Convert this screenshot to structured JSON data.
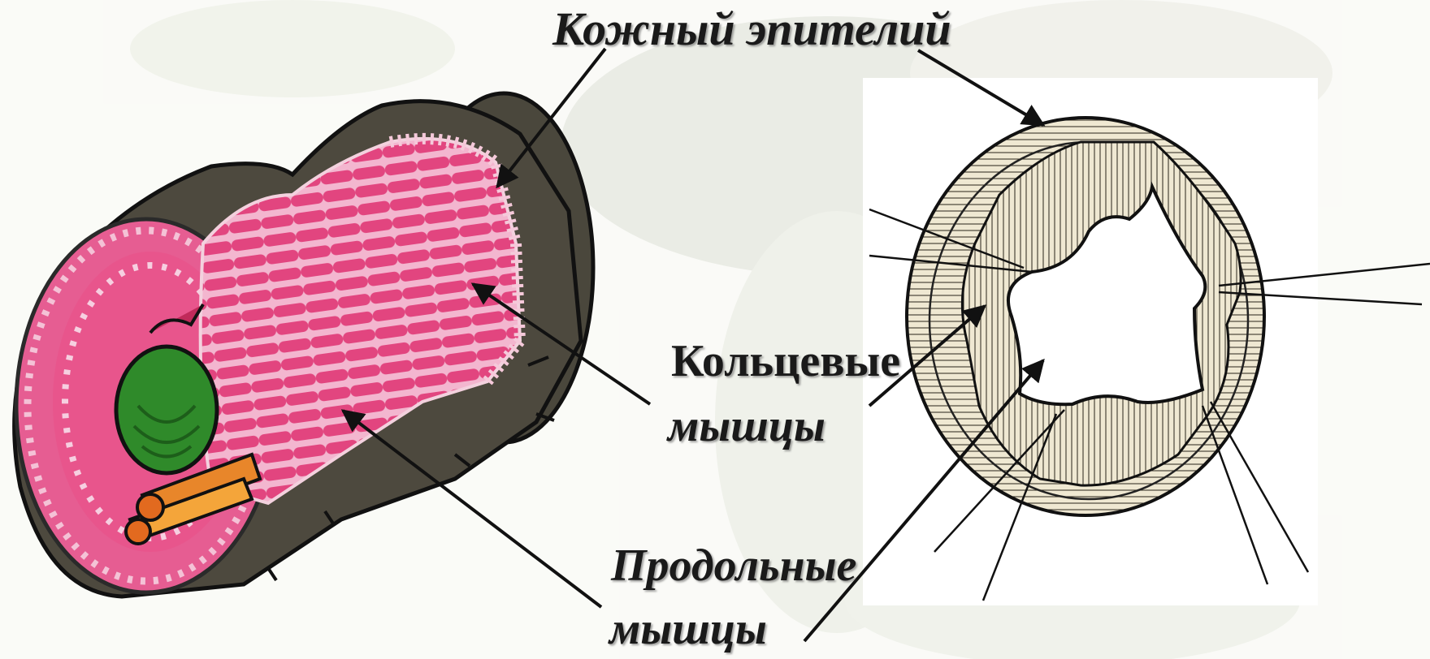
{
  "labels": {
    "skin_epithelium": "Кожный эпителий",
    "circular_muscles_line1": "Кольцевые",
    "circular_muscles_line2": "мышцы",
    "longitudinal_muscles_line1": "Продольные",
    "longitudinal_muscles_line2": "мышцы"
  },
  "colors": {
    "background_tint": "#e8ece0",
    "cuticle_dark": "#4a473c",
    "muscle_pink": "#e2457f",
    "muscle_pink_light": "#f2a0c0",
    "gut_green": "#2f8a2a",
    "nerve_orange": "#e8862a",
    "cross_section_cream": "#eee6cf",
    "ink": "#111111"
  }
}
